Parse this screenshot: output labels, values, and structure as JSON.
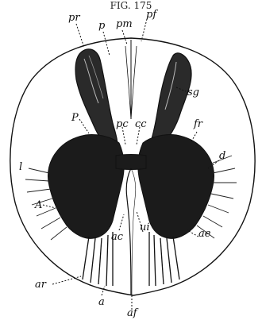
{
  "figure": {
    "title": "FIG. 175",
    "labels": {
      "pr": "pr",
      "p_top": "p",
      "pm": "pm",
      "pf": "pf",
      "sg": "sg",
      "p_left": "P",
      "pc": "pc",
      "cc": "cc",
      "fr": "fr",
      "d": "d",
      "l": "l",
      "A": "A",
      "ac_left": "ac",
      "ui": "ui",
      "ae": "ae",
      "ar": "ar",
      "a": "a",
      "af": "af"
    },
    "colors": {
      "ink": "#111111",
      "paper": "#ffffff"
    }
  }
}
